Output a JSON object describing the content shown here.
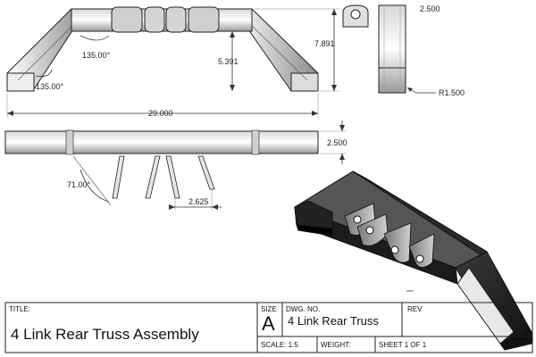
{
  "dimensions": {
    "angle_top_1": "135.00°",
    "angle_top_2": "135.00°",
    "height_inner": "5.391",
    "height_outer": "7.891",
    "width_total": "29.000",
    "side_width": "2.500",
    "radius": "R1.500",
    "front_height": "2.500",
    "angle_bracket": "71.00°",
    "bracket_spacing": "2.625"
  },
  "title_block": {
    "title_label": "TITLE:",
    "title": "4 Link Rear Truss Assembly",
    "size_label": "SIZE",
    "size": "A",
    "dwg_label": "DWG. NO.",
    "dwg_no": "4 Link Rear Truss",
    "rev_label": "REV",
    "scale": "SCALE: 1:5",
    "weight": "WEIGHT:",
    "sheet": "SHEET 1 OF 1"
  }
}
